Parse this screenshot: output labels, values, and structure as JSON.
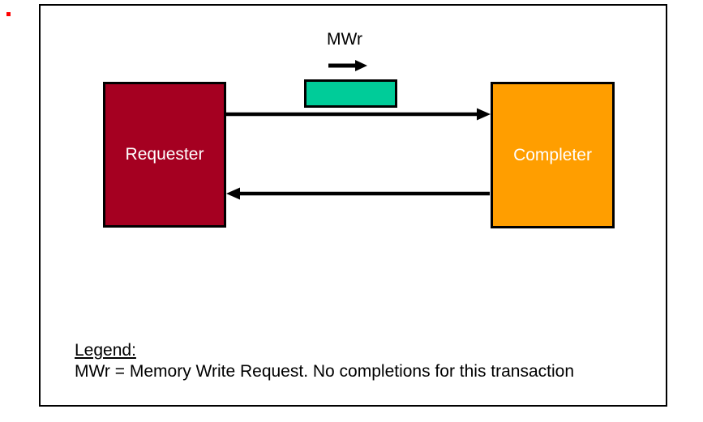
{
  "slide": {
    "packet_label": "MWr",
    "nodes": {
      "requester": "Requester",
      "completer": "Completer"
    },
    "legend": {
      "heading": "Legend:",
      "body": "MWr = Memory Write Request. No completions for this transaction"
    }
  },
  "colors": {
    "requester-fill": "#A50021",
    "completer-fill": "#FF9E00",
    "packet-fill": "#00CC99",
    "arrow": "#000000",
    "frame-border": "#000000",
    "box-text": "#FFFFFF",
    "marker-red": "#FF0000"
  }
}
